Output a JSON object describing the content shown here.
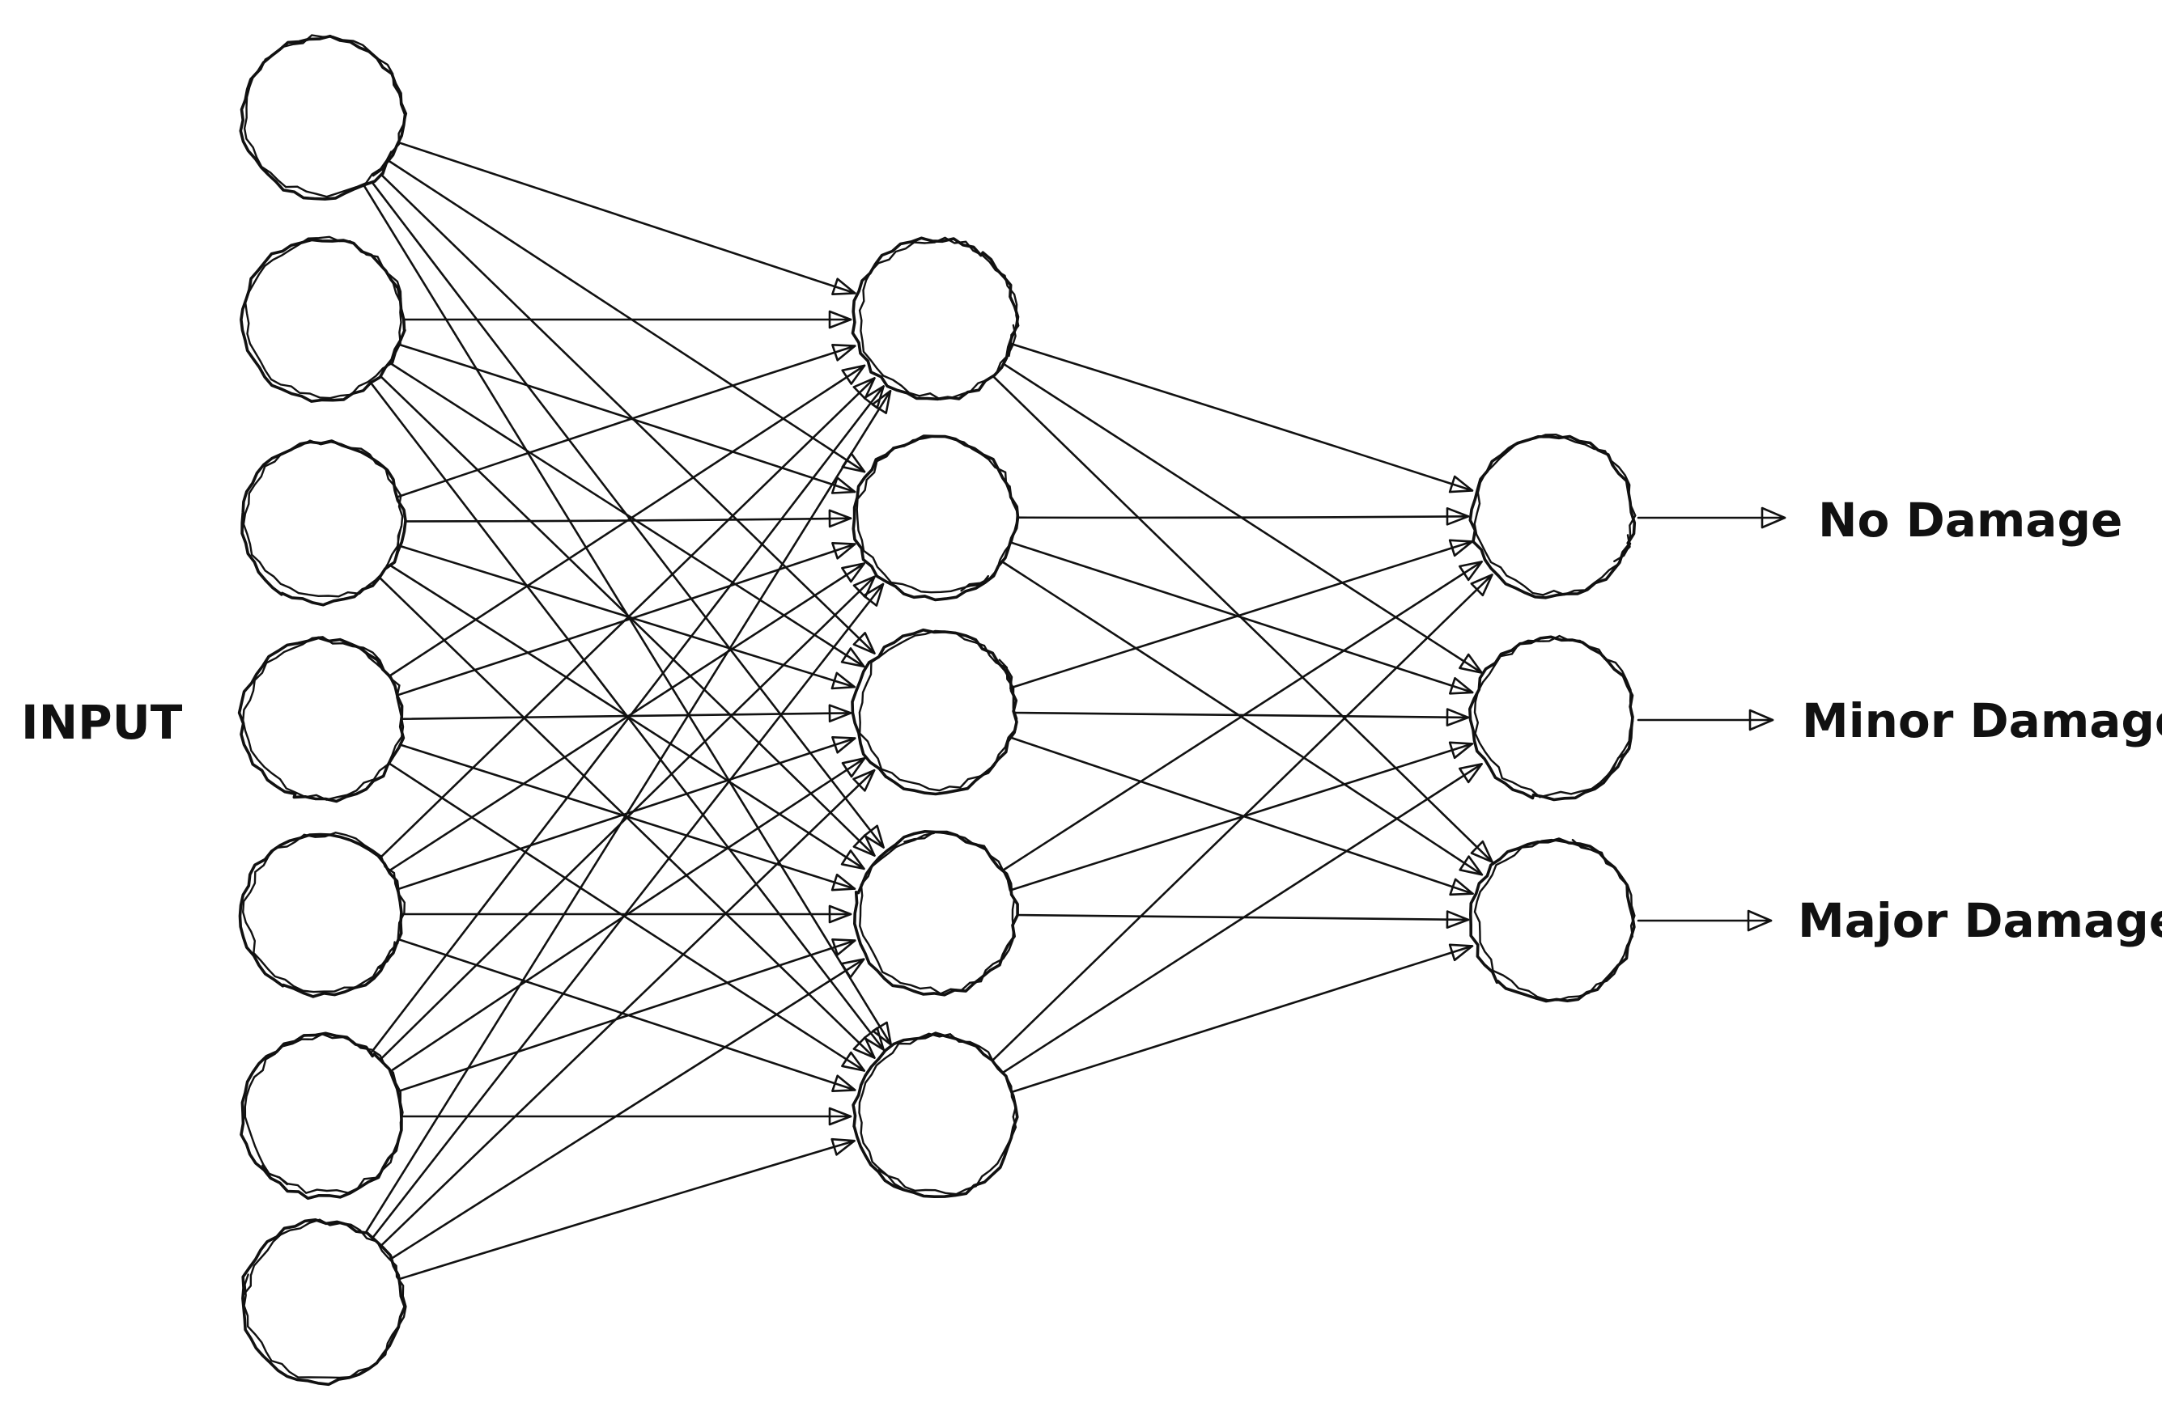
{
  "diagram": {
    "input_label": "INPUT",
    "layers": [
      {
        "name": "input-layer",
        "count": 7
      },
      {
        "name": "hidden-layer",
        "count": 5
      },
      {
        "name": "output-layer",
        "count": 3
      }
    ],
    "connectivity": "fully-connected",
    "edge_direction": "left-to-right",
    "output_labels": [
      "No Damage",
      "Minor Damage",
      "Major Damage"
    ],
    "style": "hand-drawn",
    "colors": {
      "ink": "#111111",
      "background": "#ffffff"
    }
  }
}
